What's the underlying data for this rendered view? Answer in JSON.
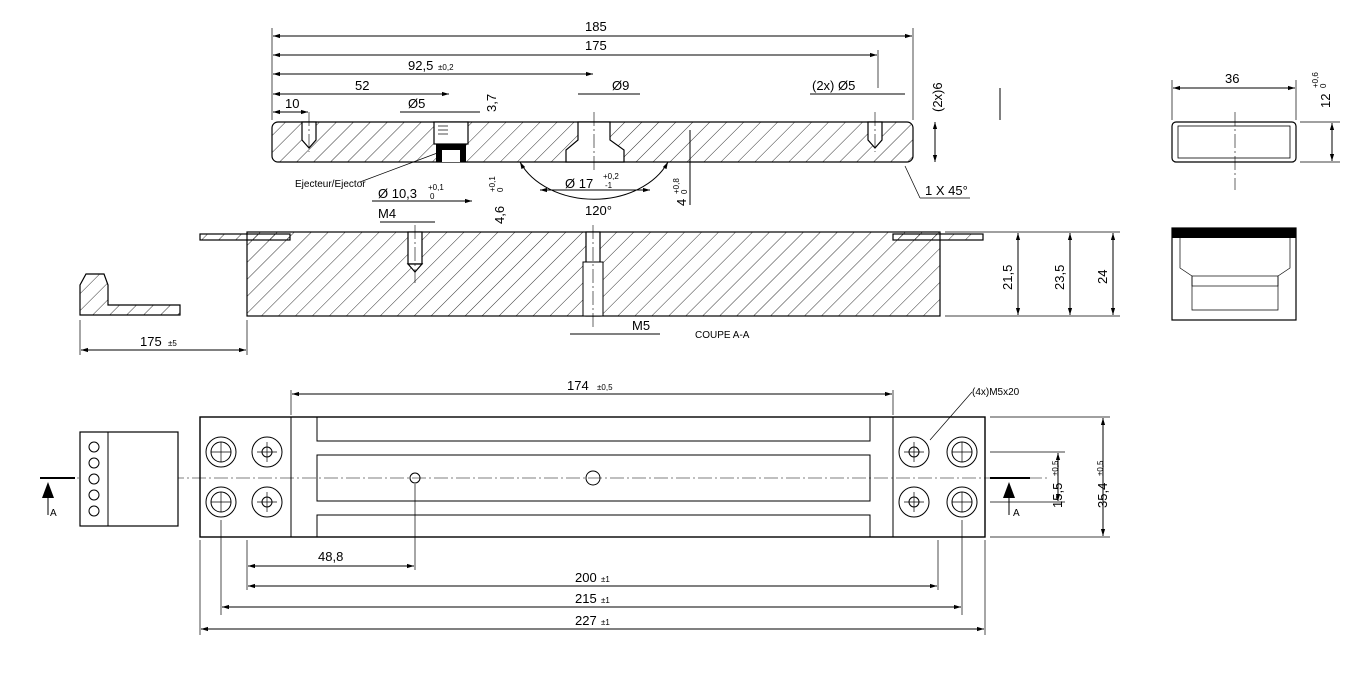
{
  "dimensions": {
    "d185": "185",
    "d175": "175",
    "d92_5": "92,5",
    "d92_5_tol": "±0,2",
    "d52": "52",
    "d10": "10",
    "d3_7": "3,7",
    "dia5": "Ø5",
    "dia9": "Ø9",
    "dia5x2": "(2x) Ø5",
    "d2x6": "(2x)6",
    "d36": "36",
    "d12": "12",
    "d12_tol_up": "+0,6",
    "d12_tol_low": "0",
    "dia10_3": "Ø 10,3",
    "dia10_3_tol_up": "+0,1",
    "dia10_3_tol_low": "0",
    "dia17": "Ø 17",
    "dia17_tol_up": "+0,2",
    "dia17_tol_low": "-1",
    "d4_6": "4,6",
    "d4_6_tol_up": "+0,1",
    "d4_6_tol_low": "0",
    "d4": "4",
    "d4_tol_up": "+0,8",
    "d4_tol_low": "0",
    "angle120": "120°",
    "chamfer": "1 X 45°",
    "m4": "M4",
    "m5": "M5",
    "d21_5": "21,5",
    "d23_5": "23,5",
    "d24": "24",
    "d175_5": "175",
    "d175_5_tol": "±5",
    "d174": "174",
    "d174_tol": "±0,5",
    "screws": "(4x)M5x20",
    "d15_5": "15,5",
    "d15_5_tol": "±0,5",
    "d35_4": "35,4",
    "d35_4_tol": "±0,5",
    "d48_8": "48,8",
    "d200": "200",
    "d200_tol": "±1",
    "d215": "215",
    "d215_tol": "±1",
    "d227": "227",
    "d227_tol": "±1"
  },
  "labels": {
    "ejector": "Ejecteur/Ejector",
    "section": "COUPE A-A",
    "section_mark_left": "A",
    "section_mark_right": "A"
  }
}
